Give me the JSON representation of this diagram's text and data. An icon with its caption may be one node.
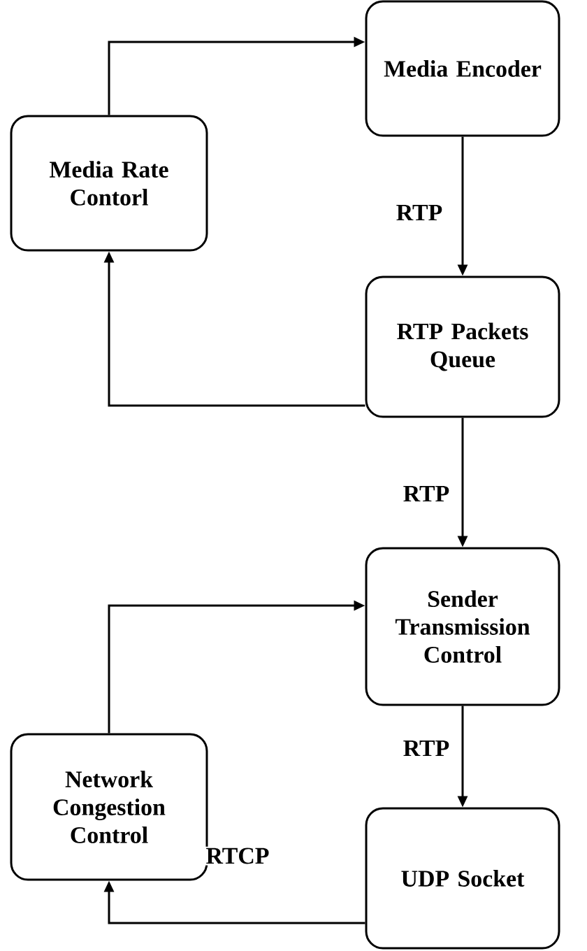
{
  "diagram": {
    "nodes": [
      {
        "text": [
          "Media Encoder"
        ]
      },
      {
        "text": [
          "Media Rate Contorl"
        ]
      },
      {
        "text": [
          "RTP Packets Queue"
        ]
      },
      {
        "text": [
          "Sender Transmission Control"
        ]
      },
      {
        "text": [
          "Network Congestion Control"
        ]
      },
      {
        "text": [
          "UDP Socket"
        ]
      }
    ],
    "edges": [
      {
        "from": 0,
        "to": 2,
        "arrow": "to",
        "label": "RTP"
      },
      {
        "from": 2,
        "to": 1,
        "arrow": "to"
      },
      {
        "from": 1,
        "to": 0,
        "arrow": "to"
      },
      {
        "from": 2,
        "to": 3,
        "arrow": "to",
        "label": "RTP"
      },
      {
        "from": 3,
        "to": 5,
        "arrow": "to",
        "label": "RTP"
      },
      {
        "from": 5,
        "to": 4,
        "arrow": "to",
        "label": "RTCP"
      },
      {
        "from": 4,
        "to": 3,
        "arrow": "to"
      }
    ]
  }
}
